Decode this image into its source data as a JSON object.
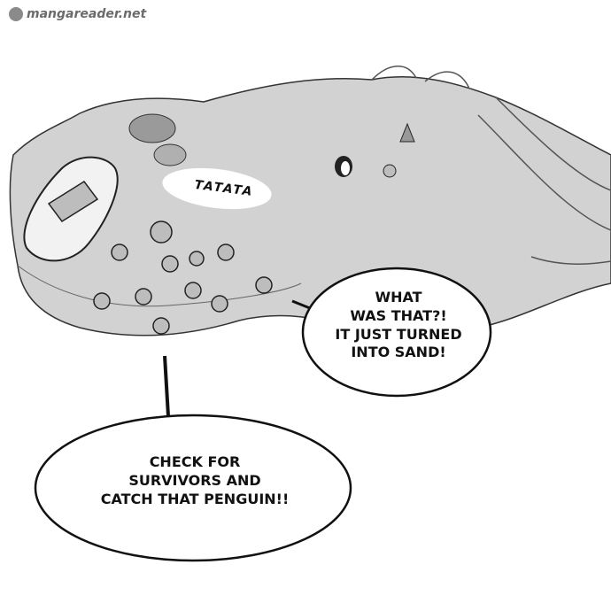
{
  "watermark": {
    "text": "mangareader.net"
  },
  "sfx": {
    "text": "TATATA"
  },
  "bubble_right": {
    "lines": [
      "WHAT",
      "WAS THAT?!",
      "IT JUST TURNED",
      "INTO SAND!"
    ]
  },
  "bubble_bottom": {
    "lines": [
      "CHECK FOR",
      "SURVIVORS AND",
      "CATCH THAT PENGUIN!!"
    ]
  },
  "colors": {
    "ink": "#111111",
    "sand": "#cfcfcf",
    "paper": "#ffffff"
  }
}
